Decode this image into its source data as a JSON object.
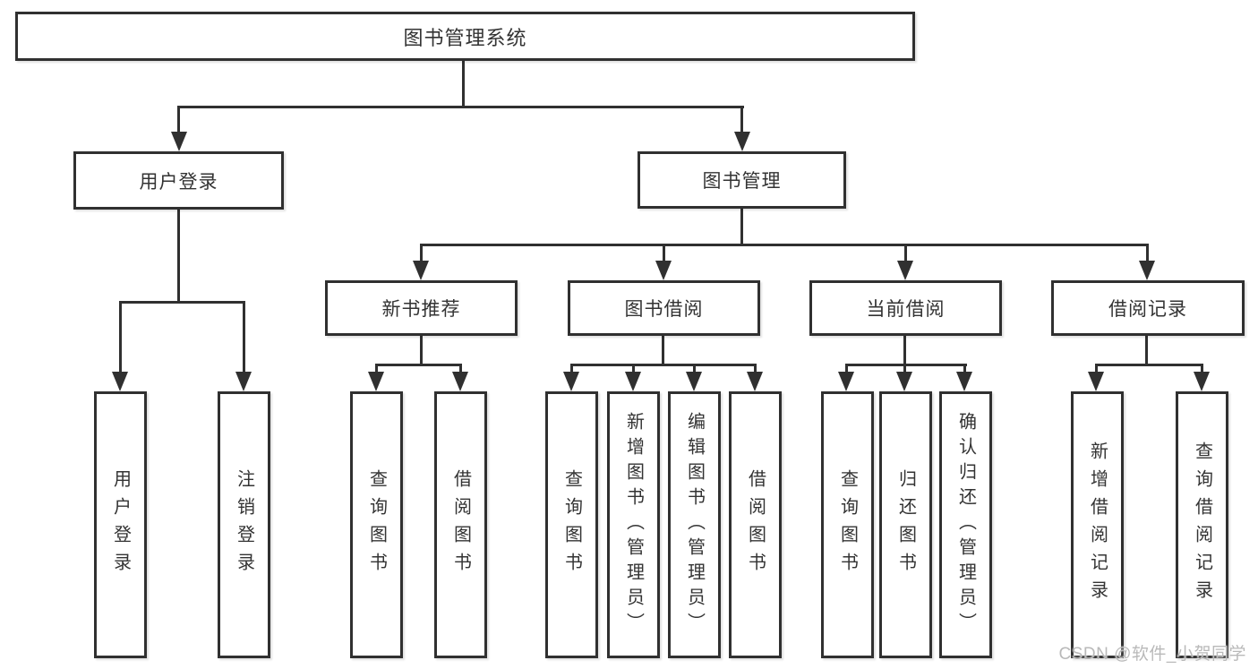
{
  "tree": {
    "root": "图书管理系统",
    "groups": [
      {
        "label": "用户登录",
        "children": [
          "用户登录",
          "注销登录"
        ]
      },
      {
        "label": "图书管理",
        "sections": [
          {
            "label": "新书推荐",
            "children": [
              "查询图书",
              "借阅图书"
            ]
          },
          {
            "label": "图书借阅",
            "children": [
              "查询图书",
              "新增图书（管理员）",
              "编辑图书（管理员）",
              "借阅图书"
            ]
          },
          {
            "label": "当前借阅",
            "children": [
              "查询图书",
              "归还图书",
              "确认归还（管理员）"
            ]
          },
          {
            "label": "借阅记录",
            "children": [
              "新增借阅记录",
              "查询借阅记录"
            ]
          }
        ]
      }
    ]
  },
  "colors": {
    "line": "#303030",
    "text": "#333333",
    "watermark": "#b9b9b9",
    "background": "#ffffff"
  },
  "watermark": "CSDN @软件_小贺同学"
}
